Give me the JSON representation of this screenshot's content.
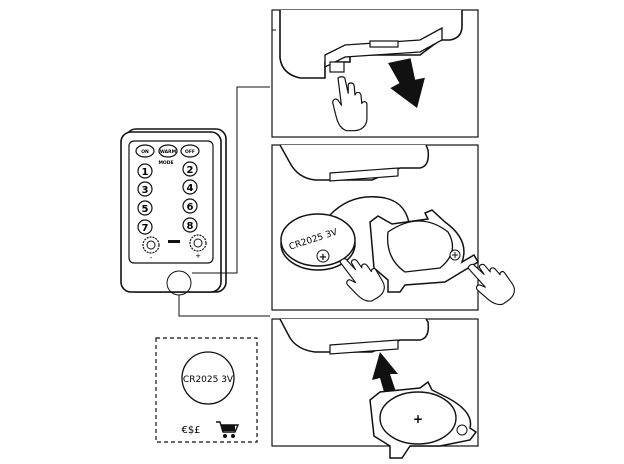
{
  "remote": {
    "top_buttons": [
      "ON",
      "WARM",
      "OFF"
    ],
    "mode_label": "MODE",
    "left_numbers": [
      "1",
      "3",
      "5",
      "7"
    ],
    "right_numbers": [
      "2",
      "4",
      "6",
      "8"
    ],
    "minus_label": "-",
    "plus_label": "+"
  },
  "battery": {
    "label": "CR2025 3V",
    "polarity": "+"
  },
  "battery_box": {
    "label": "CR2025 3V",
    "currency_text": "€$£"
  },
  "holder_label": "",
  "step3_polarity": "+"
}
